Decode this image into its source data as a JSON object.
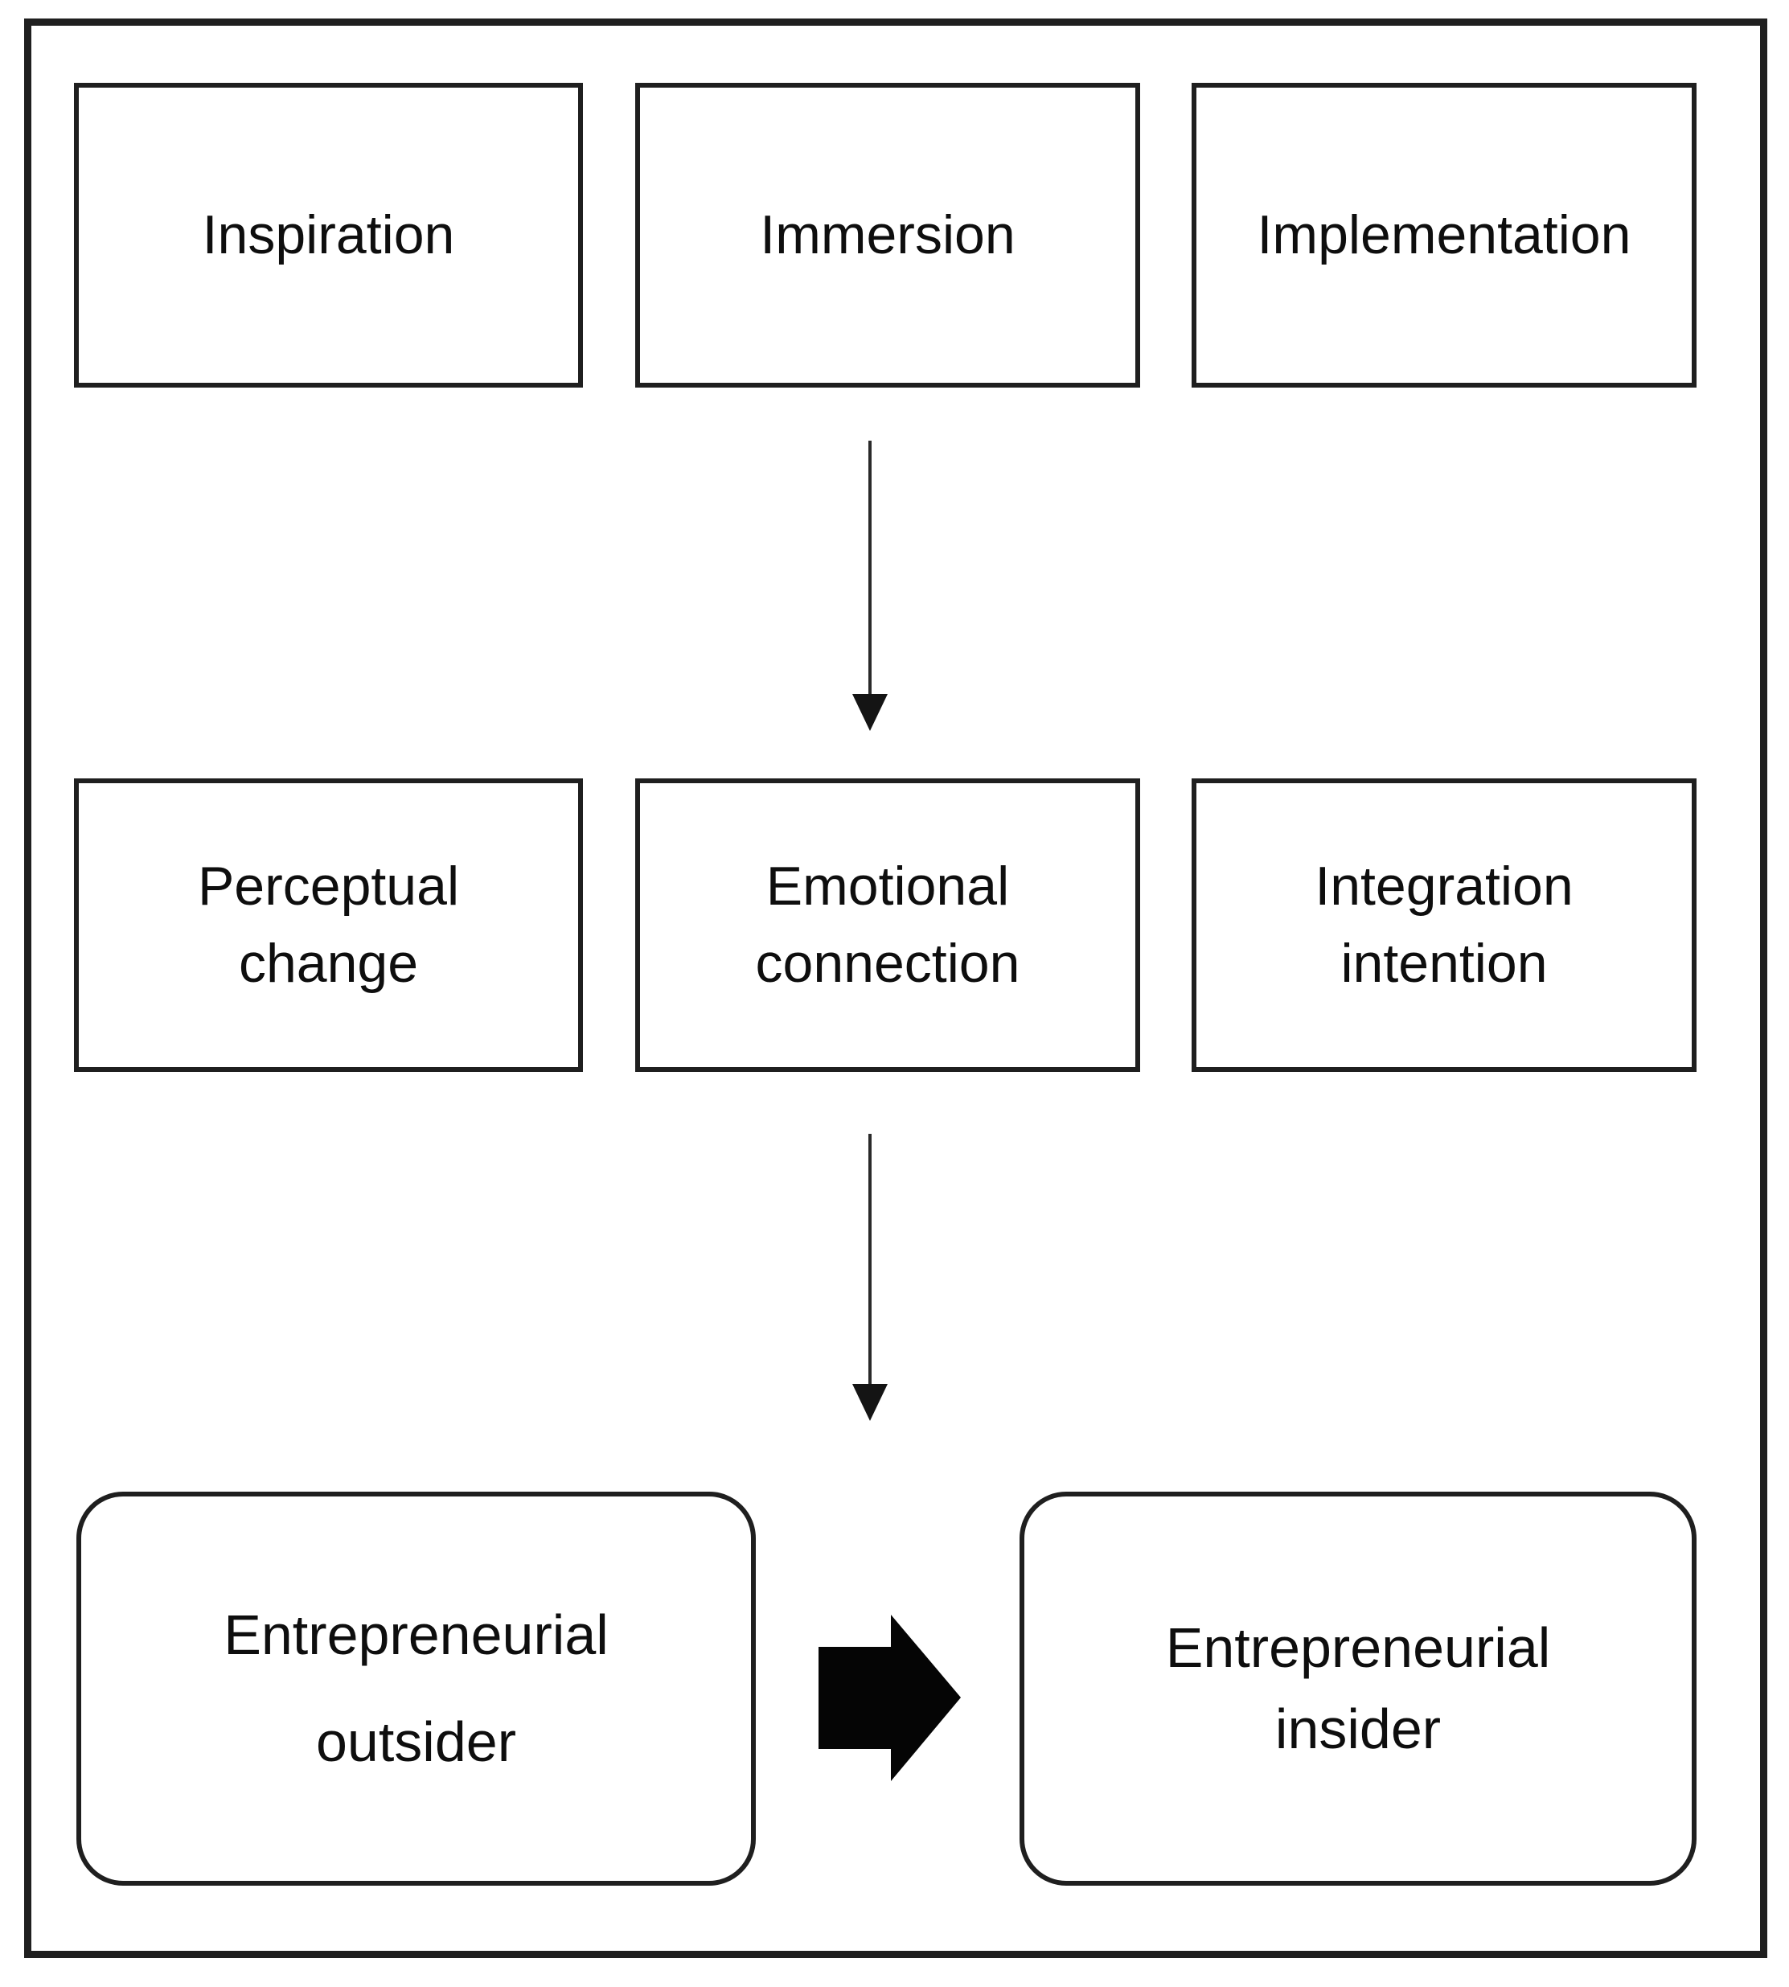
{
  "colors": {
    "stroke": "#1f1f1f",
    "text": "#0e0e0e",
    "background": "#ffffff",
    "arrow_fill": "#050505"
  },
  "icons": {
    "down_arrow": "↓",
    "right_arrow": "➡"
  },
  "row1": {
    "boxes": [
      {
        "label": "Inspiration"
      },
      {
        "label": "Immersion"
      },
      {
        "label": "Implementation"
      }
    ]
  },
  "row2": {
    "boxes": [
      {
        "lines": [
          "Perceptual",
          "change"
        ]
      },
      {
        "lines": [
          "Emotional",
          "connection"
        ]
      },
      {
        "lines": [
          "Integration",
          "intention"
        ]
      }
    ]
  },
  "row3": {
    "outsider": {
      "lines": [
        "Entrepreneurial",
        "outsider"
      ]
    },
    "insider": {
      "lines": [
        "Entrepreneurial",
        "insider"
      ]
    }
  }
}
